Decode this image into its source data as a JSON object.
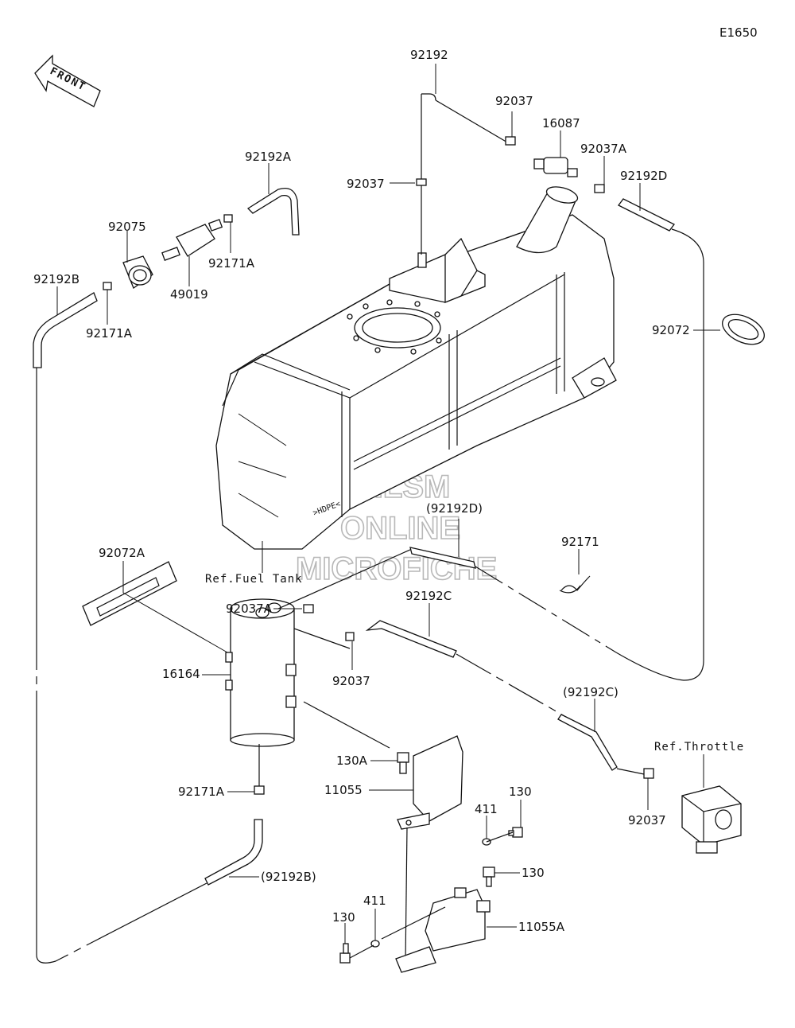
{
  "diagram_code": "E1650",
  "front_label": "FRONT",
  "tank_stamp": ">HDPE<",
  "watermark": [
    "HLSM",
    "ONLINE",
    "MICROFICHE"
  ],
  "refs": {
    "fuel_tank": "Ref.Fuel Tank",
    "throttle": "Ref.Throttle"
  },
  "labels": {
    "p92192_top": "92192",
    "p92037_top": "92037",
    "p16087": "16087",
    "p92037A_top": "92037A",
    "p92192D": "92192D",
    "p92037_left": "92037",
    "p92192A": "92192A",
    "p92075": "92075",
    "p92171A_a": "92171A",
    "p49019": "49019",
    "p92192B": "92192B",
    "p92171A_b": "92171A",
    "p92072": "92072",
    "p92192D_paren": "(92192D)",
    "p92171": "92171",
    "p92072A": "92072A",
    "p92037A_mid": "92037A",
    "p92192C": "92192C",
    "p16164": "16164",
    "p92037_mid": "92037",
    "p92192C_paren": "(92192C)",
    "p130A": "130A",
    "p11055": "11055",
    "p92171A_c": "92171A",
    "p92037_bot": "92037",
    "p130_a": "130",
    "p411_a": "411",
    "p130_b": "130",
    "p92192B_paren": "(92192B)",
    "p411_b": "411",
    "p130_c": "130",
    "p11055A": "11055A"
  }
}
